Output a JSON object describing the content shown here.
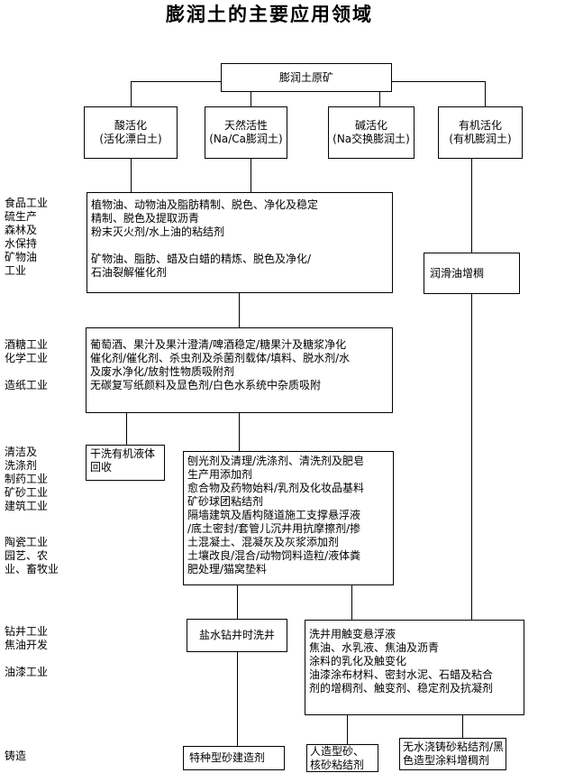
{
  "title": "膨润土的主要应用领域",
  "nodes": {
    "root": "膨润土原矿",
    "acid": [
      "酸活化",
      "(活化漂白土)"
    ],
    "natural": [
      "天然活性",
      "(Na/Ca膨润土)"
    ],
    "alkali": [
      "碱活化",
      "(Na交换膨润土)"
    ],
    "organic": [
      "有机活化",
      "(有机膨润土)"
    ],
    "food_oil": [
      "植物油、动物油及脂肪精制、脱色、净化及稳定",
      "精制、脱色及提取沥青",
      "粉末灭火剂/水上油的粘结剂",
      "",
      "矿物油、脂肪、蜡及白蜡的精炼、脱色及净化/",
      "石油裂解催化剂"
    ],
    "lubricant": "润滑油增稠",
    "wine_chem": [
      "葡萄酒、果汁及果汁澄清/啤酒稳定/糖果汁及糖浆净化",
      "催化剂/催化剂、杀虫剂及杀菌剂载体/填料、脱水剂/水",
      "及废水净化/放射性物质吸附剂",
      "无碳复写纸颜料及显色剂/白色水系统中杂质吸附"
    ],
    "dry_clean": [
      "干洗有机液体",
      "回收"
    ],
    "cleaning": [
      "刨光剂及清理/洗涤剂、清洗剂及肥皂",
      "生产用添加剂",
      "愈合物及药物始料/乳剂及化妆品基料",
      "矿砂球团粘结剂",
      "隔墙建筑及盾构隧道施工支撑悬浮液",
      "/底土密封/套管儿沉井用抗摩擦剂/掺",
      "土混凝土、混凝灰及灰浆添加剂",
      "土壤改良/混合/动物饲料造粒/液体粪",
      "肥处理/猫窝垫料"
    ],
    "salt_drilling": "盐水钻井时洗井",
    "drilling_paint": [
      "洗井用触变悬浮液",
      "焦油、水乳液、焦油及沥青",
      "涂料的乳化及触变化",
      "油漆涂布材料、密封水泥、石蜡及粘合",
      "剂的增稠剂、触变剂、稳定剂及抗凝剂"
    ],
    "special_sand": "特种型砂建造剂",
    "man_made_sand": [
      "人造型砂、",
      "核砂粘结剂"
    ],
    "anhydrous": [
      "无水浇铸砂粘结剂/黑",
      "色造型涂料增稠剂"
    ]
  },
  "side_labels": {
    "food": [
      "食品工业",
      "硫生产",
      "森林及",
      "水保持",
      "矿物油",
      "工业"
    ],
    "wine": [
      "酒糖工业",
      "化学工业"
    ],
    "paper": [
      "造纸工业"
    ],
    "cleaning": [
      "清洁及",
      "洗涤剂",
      "制药工业",
      "矿砂工业",
      "建筑工业"
    ],
    "ceramics": [
      "陶瓷工业",
      "园艺、农",
      "业、畜牧业"
    ],
    "drilling": [
      "钻井工业",
      "焦油开发"
    ],
    "paint": [
      "油漆工业"
    ],
    "casting": [
      "铸造"
    ]
  }
}
